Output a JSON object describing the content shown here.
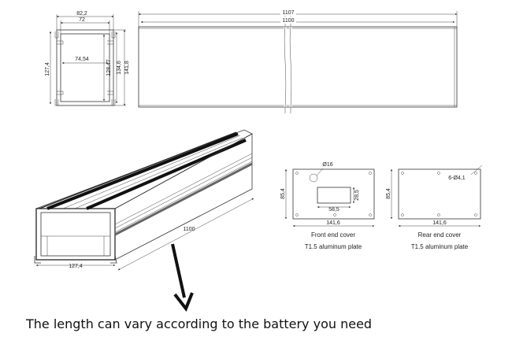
{
  "profile_dims": {
    "outer_width": "82,2",
    "inner_width": "72",
    "inner_span": "74,54",
    "height": "127,4",
    "h1": "128,47",
    "h2": "134,6",
    "h3": "141,8"
  },
  "long_view_dims": {
    "overall": "1107",
    "inner": "1100"
  },
  "iso_dims": {
    "length": "1100",
    "width": "127,4"
  },
  "front_cover": {
    "hole_dia": "Ø16",
    "height": "85,4",
    "cutout_h": "28,5",
    "cutout_w": "58,5",
    "width": "141,6",
    "title": "Front end cover",
    "material": "T1.5 aluminum plate"
  },
  "rear_cover": {
    "holes": "6-Ø4,1",
    "height": "85,4",
    "width": "141,6",
    "title": "Rear end cover",
    "material": "T1.5 aluminum plate"
  },
  "caption": "The length can vary according to the battery you need"
}
